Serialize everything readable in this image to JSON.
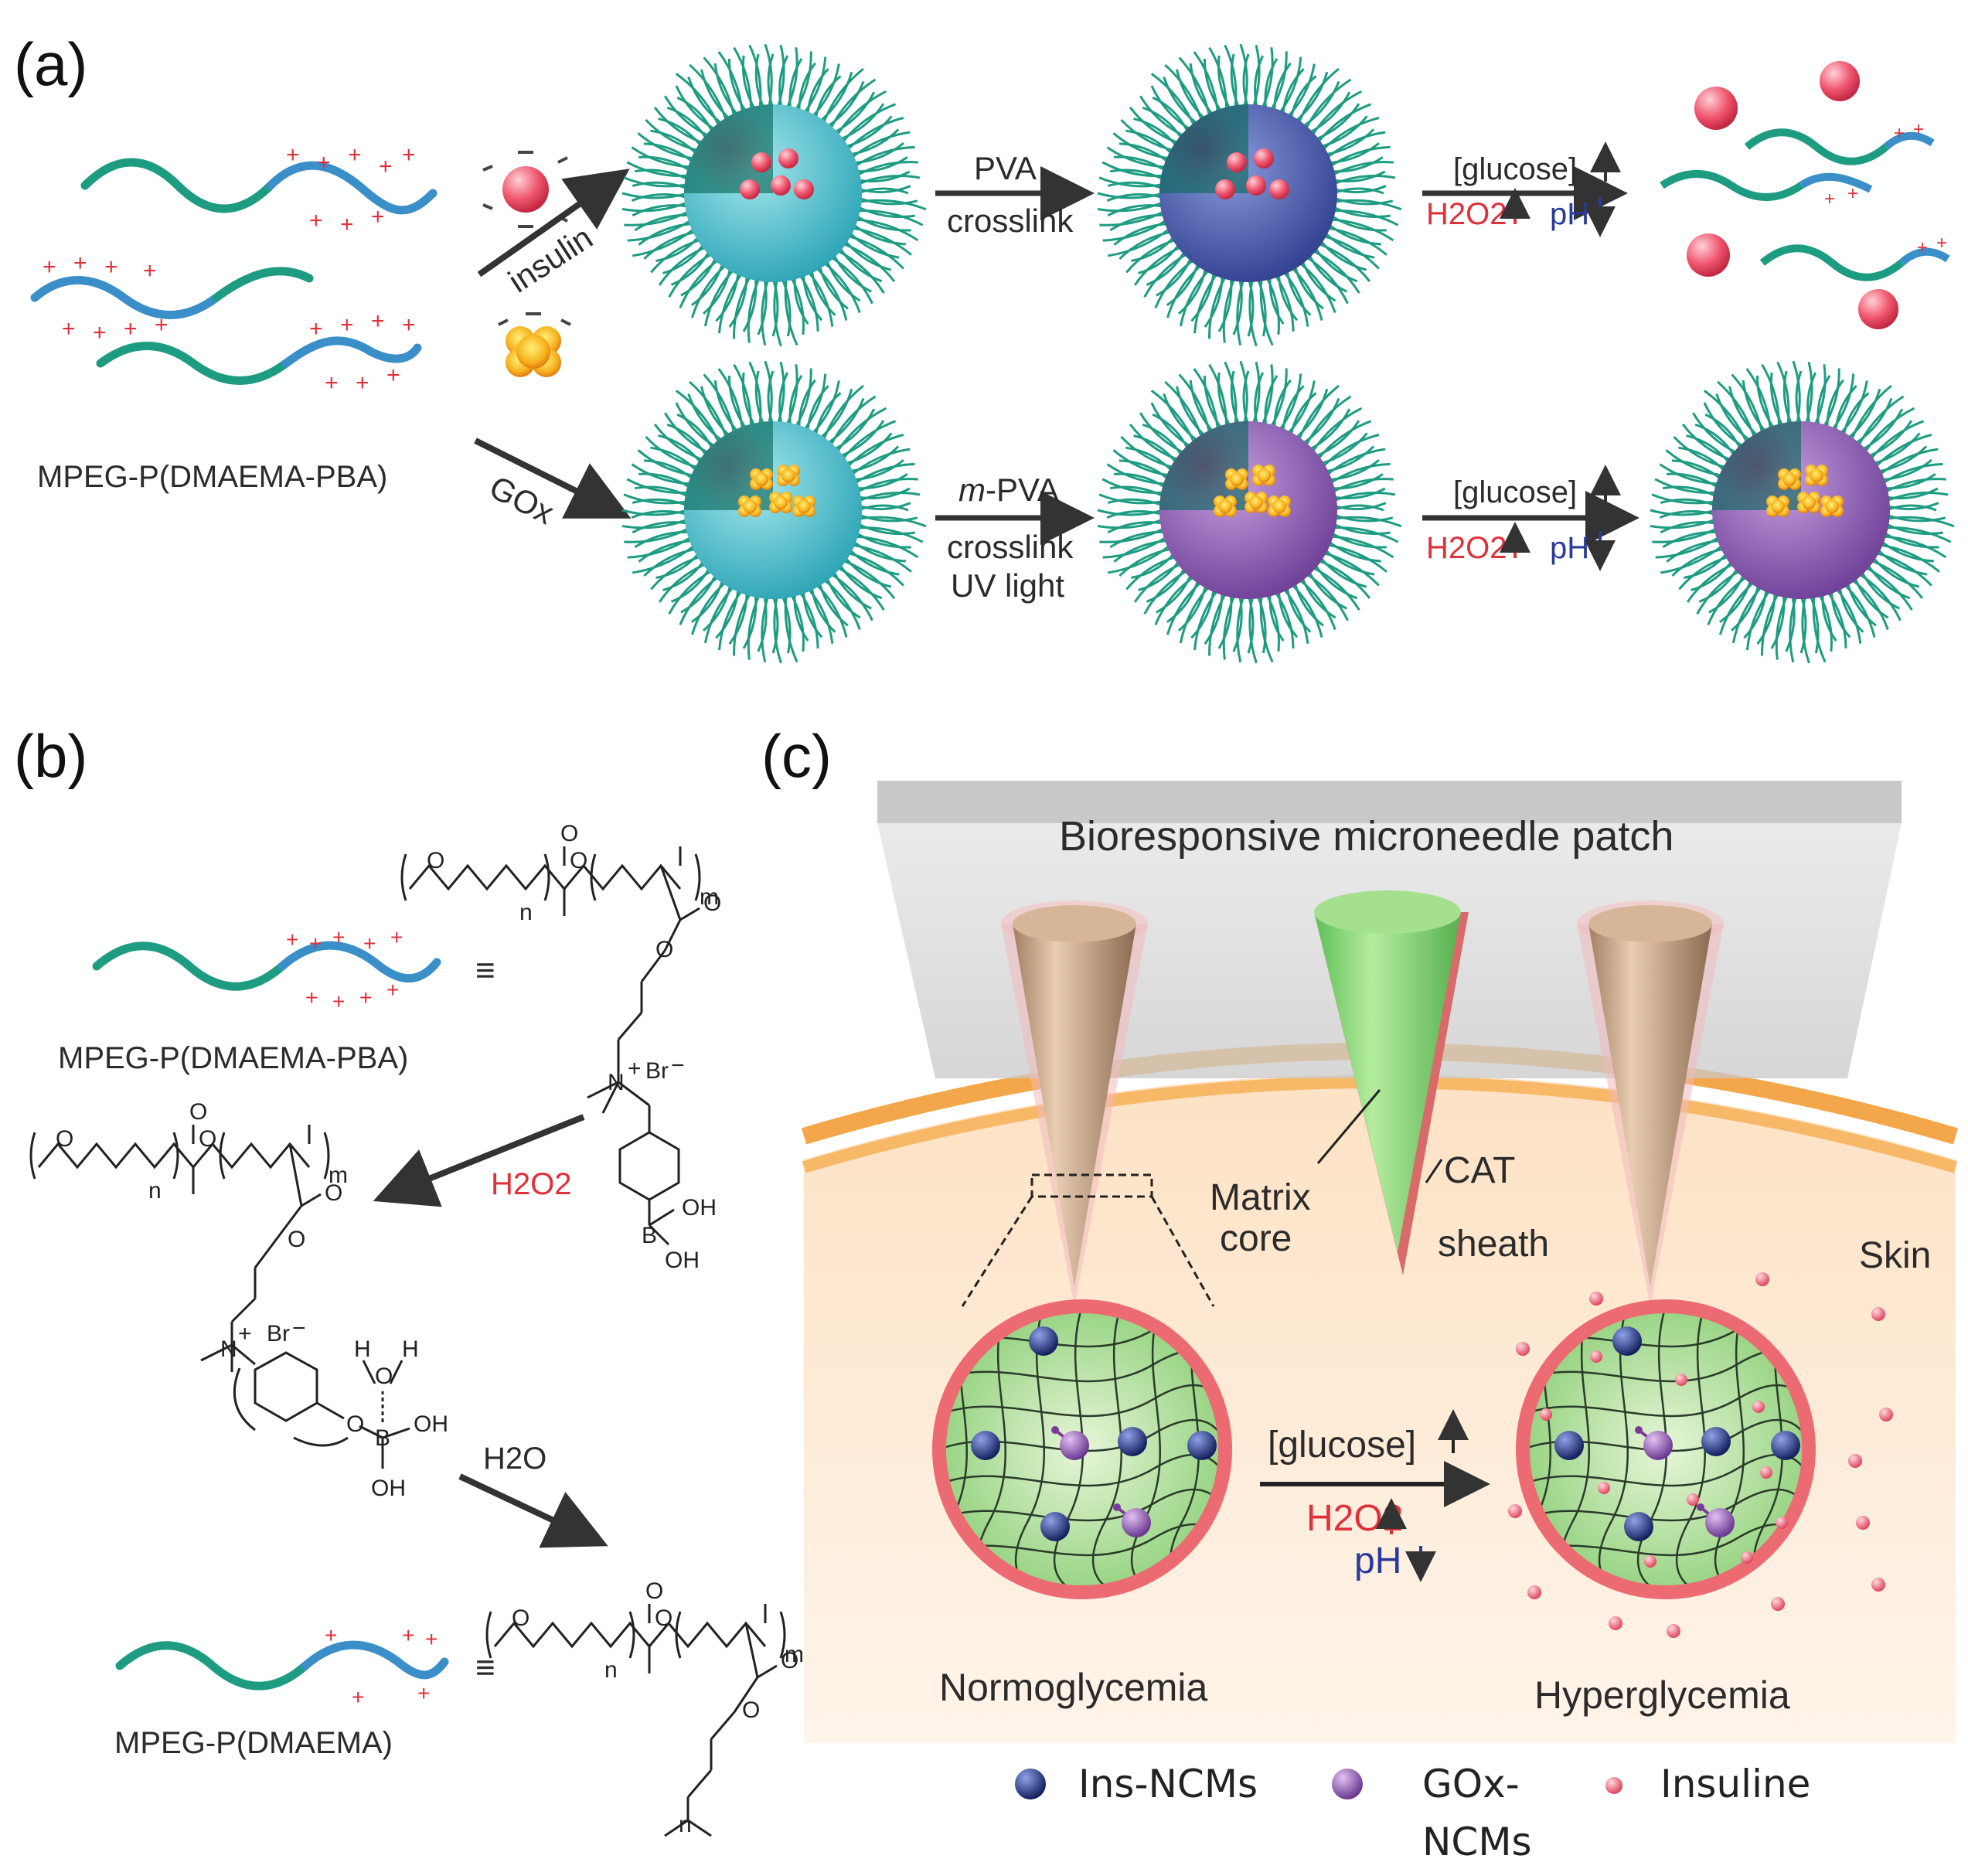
{
  "panels": {
    "a": "(a)",
    "b": "(b)",
    "c": "(c)"
  },
  "panel_a": {
    "polymer_label": "MPEG-P(DMAEMA-PBA)",
    "top_route": {
      "agent": "insulin",
      "step1_top": "PVA",
      "step1_bottom": "crosslink",
      "step2_top": "[glucose]",
      "step2_h2o2": "H2O2",
      "step2_ph": "pH"
    },
    "bottom_route": {
      "agent": "GOx",
      "step1_top_italic": "m",
      "step1_top": "-PVA",
      "step1_bottom": "crosslink",
      "step1_bottom2": "UV light",
      "step2_top": "[glucose]",
      "step2_h2o2": "H2O2",
      "step2_ph": "pH"
    }
  },
  "panel_b": {
    "polymer_top": "MPEG-P(DMAEMA-PBA)",
    "polymer_bottom": "MPEG-P(DMAEMA)",
    "equiv": "≡",
    "reagent1": "H2O2",
    "reagent2": "H2O",
    "chem": {
      "n": "n",
      "m": "m",
      "o": "O",
      "n_plus": "N",
      "br": "Br",
      "b": "B",
      "oh": "OH",
      "h": "H",
      "plus": "+",
      "minus": "−"
    }
  },
  "panel_c": {
    "patch_title": "Bioresponsive microneedle patch",
    "matrix": "Matrix",
    "core": "core",
    "cat": "CAT",
    "sheath": "sheath",
    "skin": "Skin",
    "glucose": "[glucose]",
    "h2o2": "H2O2",
    "ph": "pH",
    "left_state": "Normoglycemia",
    "right_state": "Hyperglycemia"
  },
  "legend": [
    {
      "label": "Ins-NCMs",
      "color": "#2a3a8c"
    },
    {
      "label": "GOx-",
      "label2": "NCMs",
      "color": "#8a55a8"
    },
    {
      "label": "Insuline",
      "color": "#e85a6e"
    }
  ],
  "colors": {
    "peg": "#1e9c82",
    "block": "#3a8fc8",
    "charge": "#e0303a",
    "red": "#e0303a",
    "blue": "#2a3a9a"
  }
}
